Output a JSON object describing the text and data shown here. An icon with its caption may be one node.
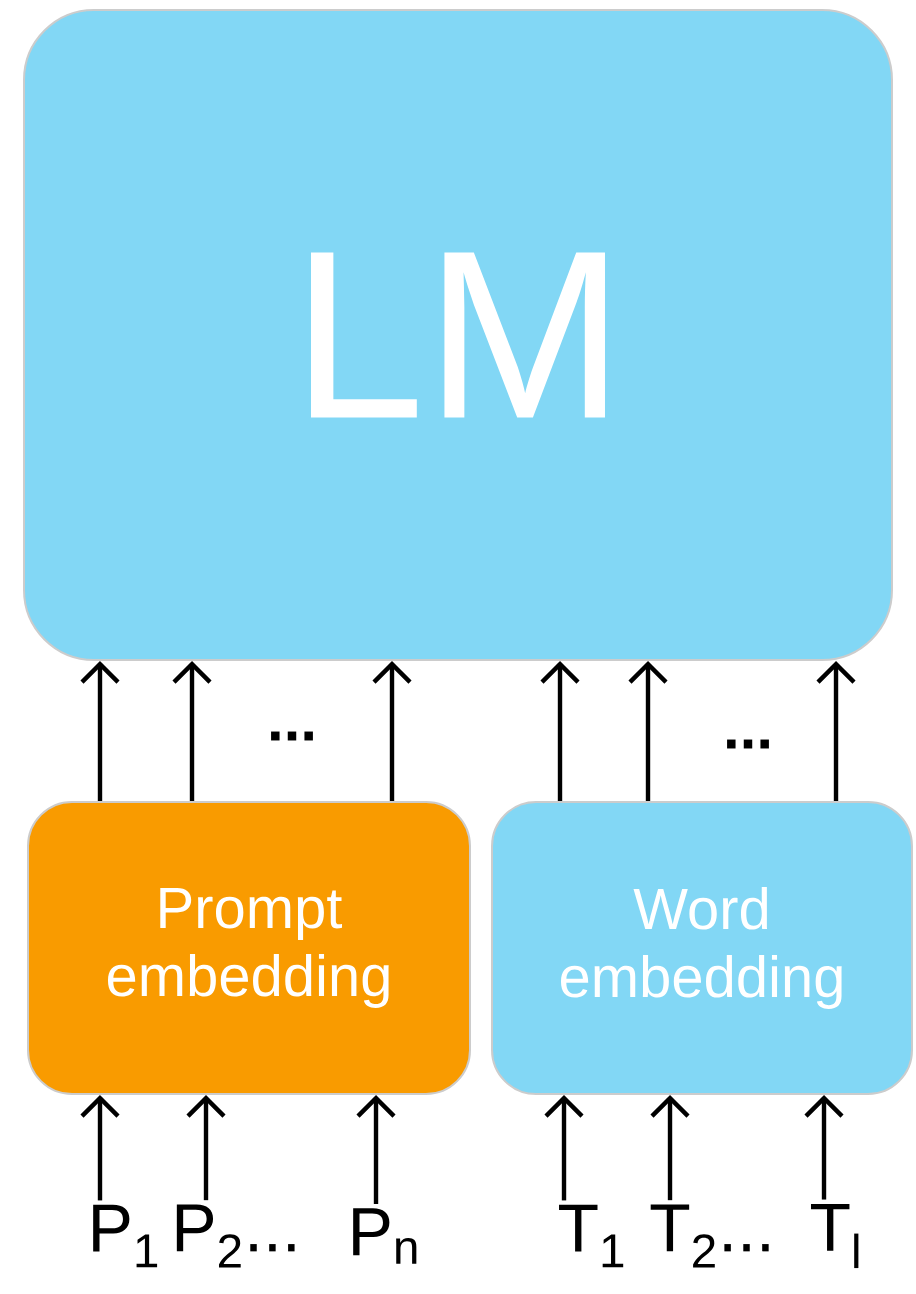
{
  "diagram": {
    "nodes": [
      {
        "text": [
          "LM"
        ]
      },
      {
        "text": [
          "Prompt embedding"
        ]
      },
      {
        "text": [
          "Word embedding"
        ]
      },
      {
        "text": [
          "P$_{1}$"
        ]
      },
      {
        "text": [
          "P$_{2}$..."
        ]
      },
      {
        "text": [
          "P$_{n}$"
        ]
      },
      {
        "text": [
          "T$_{1}$"
        ]
      },
      {
        "text": [
          "T$_{2}$..."
        ]
      },
      {
        "text": [
          "T$_{l}$"
        ]
      }
    ],
    "edges": [
      {
        "from": 3,
        "to": 1,
        "arrow": "to"
      },
      {
        "from": 4,
        "to": 1,
        "arrow": "to"
      },
      {
        "from": 5,
        "to": 1,
        "arrow": "to"
      },
      {
        "from": 6,
        "to": 2,
        "arrow": "to"
      },
      {
        "from": 7,
        "to": 2,
        "arrow": "to"
      },
      {
        "from": 8,
        "to": 2,
        "arrow": "to"
      },
      {
        "from": 1,
        "to": 0,
        "arrow": "to"
      },
      {
        "from": 1,
        "to": 0,
        "arrow": "to"
      },
      {
        "from": 1,
        "to": 0,
        "arrow": "to"
      },
      {
        "from": 2,
        "to": 0,
        "arrow": "to"
      },
      {
        "from": 2,
        "to": 0,
        "arrow": "to"
      },
      {
        "from": 2,
        "to": 0,
        "arrow": "to"
      }
    ],
    "labels": [
      "...",
      "..."
    ]
  }
}
